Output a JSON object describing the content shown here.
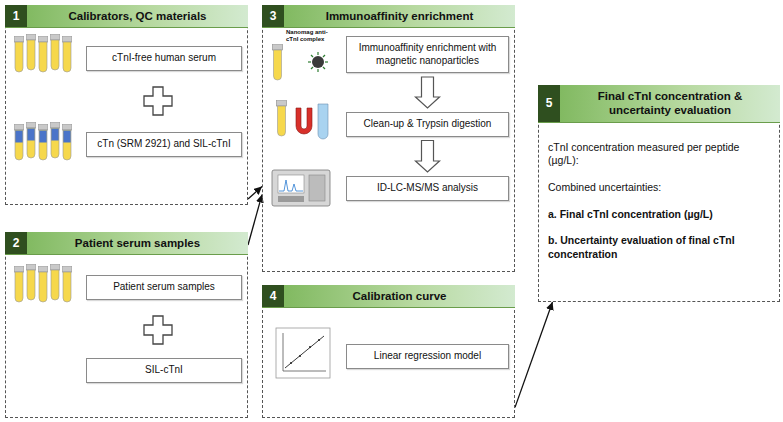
{
  "diagram": {
    "nodes": [
      {
        "text": [
          "1",
          "Calibrators, QC materials"
        ]
      },
      {
        "text": [
          "cTnI-free human serum"
        ],
        "in": 0
      },
      {
        "text": [
          "cTn (SRM 2921) and SIL-cTnI"
        ],
        "in": 0
      },
      {
        "text": [
          "2",
          "Patient serum samples"
        ]
      },
      {
        "text": [
          "Patient serum samples"
        ],
        "in": 3
      },
      {
        "text": [
          "SIL-cTnI"
        ],
        "in": 3
      },
      {
        "text": [
          "3",
          "Immunoaffinity enrichment"
        ]
      },
      {
        "text": [
          "Immunoaffinity enrichment with magnetic nanoparticles"
        ],
        "in": 6
      },
      {
        "text": [
          "Clean-up & Trypsin digestion"
        ],
        "in": 6
      },
      {
        "text": [
          "ID-LC-MS/MS analysis"
        ],
        "in": 6
      },
      {
        "text": [
          "4",
          "Calibration curve"
        ]
      },
      {
        "text": [
          "Linear regression model"
        ],
        "in": 10
      },
      {
        "text": [
          "5",
          "Final cTnI concentration & uncertainty evaluation",
          "cTnI concentration measured per peptide (µg/L):",
          "Combined uncertainties:",
          "a. Final cTnI concentration (µg/L)",
          "b. Uncertainty evaluation of final cTnI concentration"
        ]
      }
    ],
    "edges": [
      {
        "from": 0,
        "to": 6,
        "arrow": "to"
      },
      {
        "from": 3,
        "to": 6,
        "arrow": "to"
      },
      {
        "from": 7,
        "to": 8,
        "arrow": "to"
      },
      {
        "from": 8,
        "to": 9,
        "arrow": "to"
      },
      {
        "from": 10,
        "to": 12,
        "arrow": "to"
      }
    ],
    "labels": [
      "Nanomag anti-cTnI complex"
    ]
  }
}
